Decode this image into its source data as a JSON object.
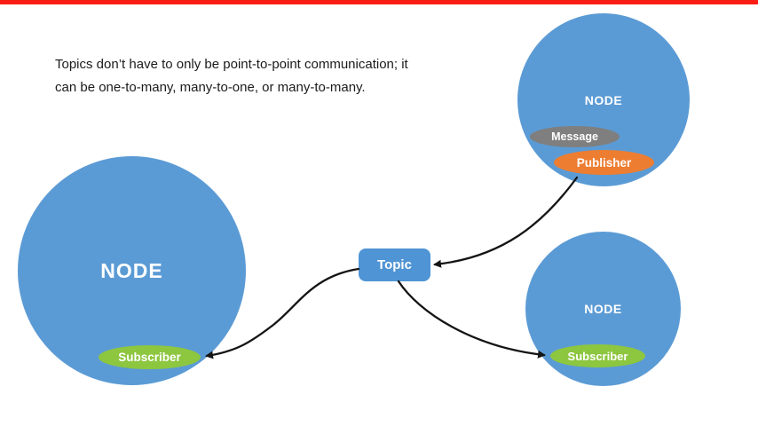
{
  "caption": {
    "line1": "Topics don’t have to only be point-to-point communication; it",
    "line2": "can be one-to-many, many-to-one, or many-to-many."
  },
  "topic": {
    "label": "Topic"
  },
  "nodes": {
    "left": {
      "label": "NODE",
      "subscriber": "Subscriber"
    },
    "top_right": {
      "label": "NODE",
      "message": "Message",
      "publisher": "Publisher"
    },
    "bottom_right": {
      "label": "NODE",
      "subscriber": "Subscriber"
    }
  },
  "colors": {
    "node_fill_blue": "#5b9bd5",
    "topic_blue": "#4f94d4",
    "subscriber_green": "#8dc63f",
    "publisher_orange": "#ed7d31",
    "message_gray": "#7f7f7f",
    "arrow_black": "#151515",
    "top_bar_red": "#fb1d14"
  }
}
